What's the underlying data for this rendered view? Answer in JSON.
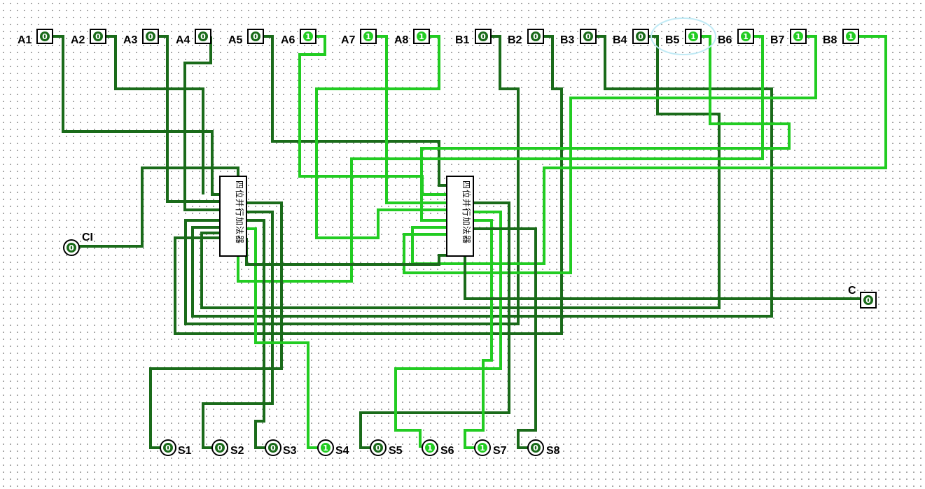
{
  "colors": {
    "low": "#1a6b1a",
    "high": "#22cc22",
    "background": "#ffffff",
    "highlight": "#bfeaf5"
  },
  "inputs_a": [
    {
      "label": "A1",
      "value": "0"
    },
    {
      "label": "A2",
      "value": "0"
    },
    {
      "label": "A3",
      "value": "0"
    },
    {
      "label": "A4",
      "value": "0"
    },
    {
      "label": "A5",
      "value": "0"
    },
    {
      "label": "A6",
      "value": "1"
    },
    {
      "label": "A7",
      "value": "1"
    },
    {
      "label": "A8",
      "value": "1"
    }
  ],
  "inputs_b": [
    {
      "label": "B1",
      "value": "0"
    },
    {
      "label": "B2",
      "value": "0"
    },
    {
      "label": "B3",
      "value": "0"
    },
    {
      "label": "B4",
      "value": "0"
    },
    {
      "label": "B5",
      "value": "1"
    },
    {
      "label": "B6",
      "value": "1"
    },
    {
      "label": "B7",
      "value": "1"
    },
    {
      "label": "B8",
      "value": "1"
    }
  ],
  "carry_in": {
    "label": "CI",
    "value": "0"
  },
  "carry_out": {
    "label": "C",
    "value": "0"
  },
  "adders": [
    {
      "label": "四位并行加法器"
    },
    {
      "label": "四位并行加法器"
    }
  ],
  "outputs": [
    {
      "label": "S1",
      "value": "0"
    },
    {
      "label": "S2",
      "value": "0"
    },
    {
      "label": "S3",
      "value": "0"
    },
    {
      "label": "S4",
      "value": "1"
    },
    {
      "label": "S5",
      "value": "0"
    },
    {
      "label": "S6",
      "value": "1"
    },
    {
      "label": "S7",
      "value": "1"
    },
    {
      "label": "S8",
      "value": "0"
    }
  ]
}
